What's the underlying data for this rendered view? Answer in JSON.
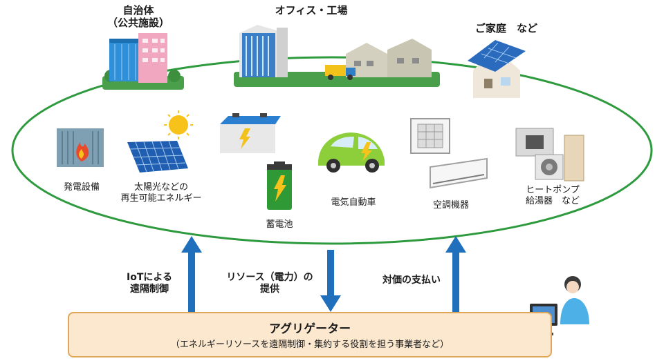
{
  "categories": {
    "municipality_line1": "自治体",
    "municipality_line2": "（公共施設）",
    "office_factory": "オフィス・工場",
    "home": "ご家庭　など"
  },
  "resources": {
    "generator": "発電設備",
    "renewable_line1": "太陽光などの",
    "renewable_line2": "再生可能エネルギー",
    "battery": "蓄電池",
    "ev": "電気自動車",
    "aircon": "空調機器",
    "heatpump_line1": "ヒートポンプ",
    "heatpump_line2": "給湯器　など"
  },
  "flows": {
    "iot_line1": "IoTによる",
    "iot_line2": "遠隔制御",
    "resource_line1": "リソース（電力）の",
    "resource_line2": "提供",
    "payment": "対価の支払い"
  },
  "aggregator": {
    "title": "アグリゲーター",
    "description": "（エネルギーリソースを遠隔制御・集約する役割を担う事業者など）"
  },
  "colors": {
    "ellipse": "#2e9a3e",
    "arrow": "#1f6fbd",
    "box_fill": "#fbe8cf",
    "box_border": "#e0a657"
  }
}
